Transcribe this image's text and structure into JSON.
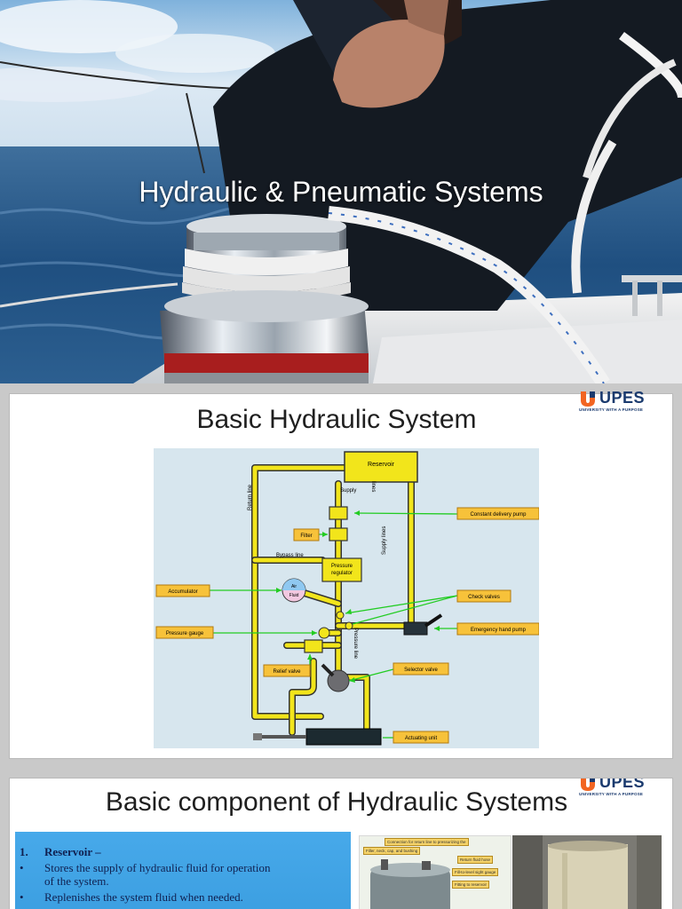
{
  "slide1": {
    "title": "Hydraulic & Pneumatic Systems"
  },
  "slide2": {
    "title": "Basic Hydraulic System",
    "logo": {
      "name": "UPES",
      "tagline": "UNIVERSITY WITH A PURPOSE"
    },
    "diagram": {
      "labels": {
        "reservoir": "Reservoir",
        "supply": "Supply",
        "lines": "lines",
        "return_line": "Return line",
        "supply_lines": "Supply lines",
        "bypass_line": "Bypass line",
        "pressure_regulator_1": "Pressure",
        "pressure_regulator_2": "regulator",
        "air": "Air",
        "fluid": "Fluid",
        "pressure_line": "Pressure line"
      },
      "callouts": {
        "constant_delivery_pump": "Constant delivery pump",
        "filter": "Filter",
        "accumulator": "Accumulator",
        "check_valves": "Check valves",
        "pressure_gauge": "Pressure gauge",
        "emergency_hand_pump": "Emergency hand pump",
        "relief_valve": "Relief valve",
        "selector_valve": "Selector valve",
        "actuating_unit": "Actuating unit"
      }
    }
  },
  "slide3": {
    "title": "Basic component of Hydraulic Systems",
    "logo": {
      "name": "UPES",
      "tagline": "UNIVERSITY WITH A PURPOSE"
    },
    "list": {
      "heading_num": "1.",
      "heading": "Reservoir –",
      "bullet": "•",
      "line1": "Stores the supply of hydraulic fluid for operation",
      "line2": "of the system.",
      "line3": "Replenishes the system fluid when needed."
    },
    "thumb_labels": {
      "t1": "Connection for return line to pressurizing the",
      "t2": "Filler, neck, cap, and bushing",
      "t3": "Fill-to-level sight gauge",
      "t4": "Return fluid hose",
      "t5": "Fitting to reservoir"
    }
  },
  "colors": {
    "pipe": "#f2e51b",
    "callout_green": "#22cc22",
    "callout_fill": "#f7c23a",
    "logo_blue": "#1a3a6e",
    "logo_orange": "#f26522",
    "bluebox": "#47a9ea"
  }
}
